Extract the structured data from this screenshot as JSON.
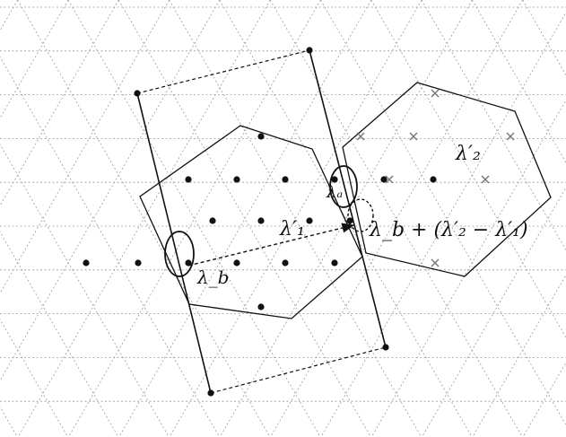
{
  "labels": {
    "lambda_2_prime": "λ′₂",
    "lambda_1_prime": "λ′₁",
    "lambda_a": "λₐ",
    "lambda_b": "λ_b",
    "lambda_expr": "λ_b + (λ′₂ − λ′₁)"
  }
}
